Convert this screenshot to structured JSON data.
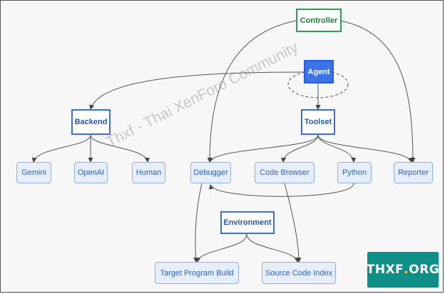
{
  "nodes": {
    "controller": "Controller",
    "agent": "Agent",
    "backend": "Backend",
    "toolset": "Toolset",
    "gemini": "Gemini",
    "openai": "OpenAI",
    "human": "Human",
    "debugger": "Debugger",
    "code_browser": "Code Browser",
    "python": "Python",
    "reporter": "Reporter",
    "environment": "Environment",
    "target_program_build": "Target Program Build",
    "source_code_index": "Source Code Index"
  },
  "watermark": "Thxf - Thai XenForo Community",
  "logo": {
    "prefix": "THXF",
    "dot": ".",
    "suffix": "ORG"
  },
  "colors": {
    "node_border": "#3d6fcf",
    "agent_fill": "#3c73e8",
    "controller_border": "#2e9d55",
    "logo_bg": "#0f8f87"
  }
}
